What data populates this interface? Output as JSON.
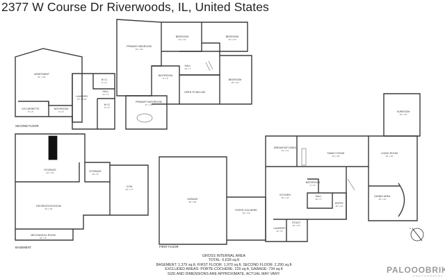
{
  "title": "2377 W Course Dr Riverwoods, IL, United States",
  "sections": {
    "second_floor": "SECOND FLOOR",
    "first_floor": "FIRST FLOOR",
    "basement": "BASEMENT"
  },
  "rooms": {
    "apartment": {
      "name": "APARTMENT",
      "dim": "21' x 19'"
    },
    "kitchenette": {
      "name": "KITCHENETTE",
      "dim": "8' x 8'"
    },
    "bathroom_apt": {
      "name": "BATHROOM",
      "dim": "8' x 6'"
    },
    "laundry_2f": {
      "name": "LAUNDRY",
      "dim": "15' x 9'10\""
    },
    "wic_upper": {
      "name": "W.I.C",
      "dim": "8' x 6'"
    },
    "hall_2f_small": {
      "name": "HALL",
      "dim": "14' x 3'"
    },
    "wic_lower": {
      "name": "W.I.C",
      "dim": "8' x 5'"
    },
    "primary_bedroom": {
      "name": "PRIMARY BEDROOM",
      "dim": "19' x 16'"
    },
    "bedroom_1": {
      "name": "BEDROOM",
      "dim": "14' x 12'"
    },
    "bedroom_2": {
      "name": "BEDROOM",
      "dim": "13' x 13'"
    },
    "bathroom_2f": {
      "name": "BATHROOM",
      "dim": "8' x 6'"
    },
    "hall_2f": {
      "name": "HALL",
      "dim": "19' x 7'"
    },
    "open_below": {
      "name": "OPEN TO BELOW"
    },
    "bedroom_3": {
      "name": "BEDROOM",
      "dim": "16' x 13'"
    },
    "primary_bathroom": {
      "name": "PRIMARY BATHROOM",
      "dim": "17' x 13'"
    },
    "storage_bsmt_big": {
      "name": "STORAGE",
      "dim": "24' x 19'"
    },
    "storage_bsmt_small": {
      "name": "STORAGE",
      "dim": "16' x 6'"
    },
    "gym": {
      "name": "GYM",
      "dim": "19' x 17'"
    },
    "recreation_room": {
      "name": "RECREATION ROOM",
      "dim": "34' x 15'"
    },
    "mechanical_room": {
      "name": "MECHANICAL ROOM",
      "dim": "22' x 5'"
    },
    "garage": {
      "name": "GARAGE",
      "dim": "30' x 30'"
    },
    "porte_cochere": {
      "name": "PORTE-COCHERE",
      "dim": "16' x 14'"
    },
    "breakfast_area": {
      "name": "BREAKFAST AREA",
      "dim": "13' x 11'"
    },
    "family_room": {
      "name": "FAMILY ROOM",
      "dim": "19' x 16'"
    },
    "sunroom": {
      "name": "SUNROOM",
      "dim": "15' x 10'"
    },
    "living_room": {
      "name": "LIVING ROOM",
      "dim": "18' x 15'"
    },
    "kitchen": {
      "name": "KITCHEN",
      "dim": "16' x 13'"
    },
    "bathroom_1f": {
      "name": "BATHROOM",
      "dim": "6' x 5'"
    },
    "hall_1f": {
      "name": "HALL",
      "dim": "10' x 7'"
    },
    "dining_area": {
      "name": "DINING AREA",
      "dim": "16' x 13'"
    },
    "entry": {
      "name": "ENTRY",
      "dim": "15' x 12'"
    },
    "laundry_1f": {
      "name": "LAUNDRY",
      "dim": "12' x 8'"
    },
    "study": {
      "name": "STUDY",
      "dim": "15' x 13'"
    }
  },
  "info": {
    "heading": "GROSS INTERNAL AREA",
    "total": "TOTAL: 5,639 sq.ft",
    "floors": "BASEMENT: 1,379 sq.ft, FIRST FLOOR: 1,970 sq.ft, SECOND FLOOR: 2,290 sq.ft",
    "excluded": "EXCLUDED AREAS: PORTE-COCHERE: 229 sq.ft, GARAGE: 734 sq.ft",
    "disclaimer": "SIZE AND DIMENSIONS ARE APPROXIMATE, ACTUAL MAY VARY."
  },
  "compass": {
    "label": "N"
  },
  "logo": {
    "main": "PALOOOBRIK",
    "sub": "PHOTOGRAPHY"
  },
  "colors": {
    "wall": "#3a3a3a",
    "fill": "#ffffff",
    "accent": "#222222"
  }
}
